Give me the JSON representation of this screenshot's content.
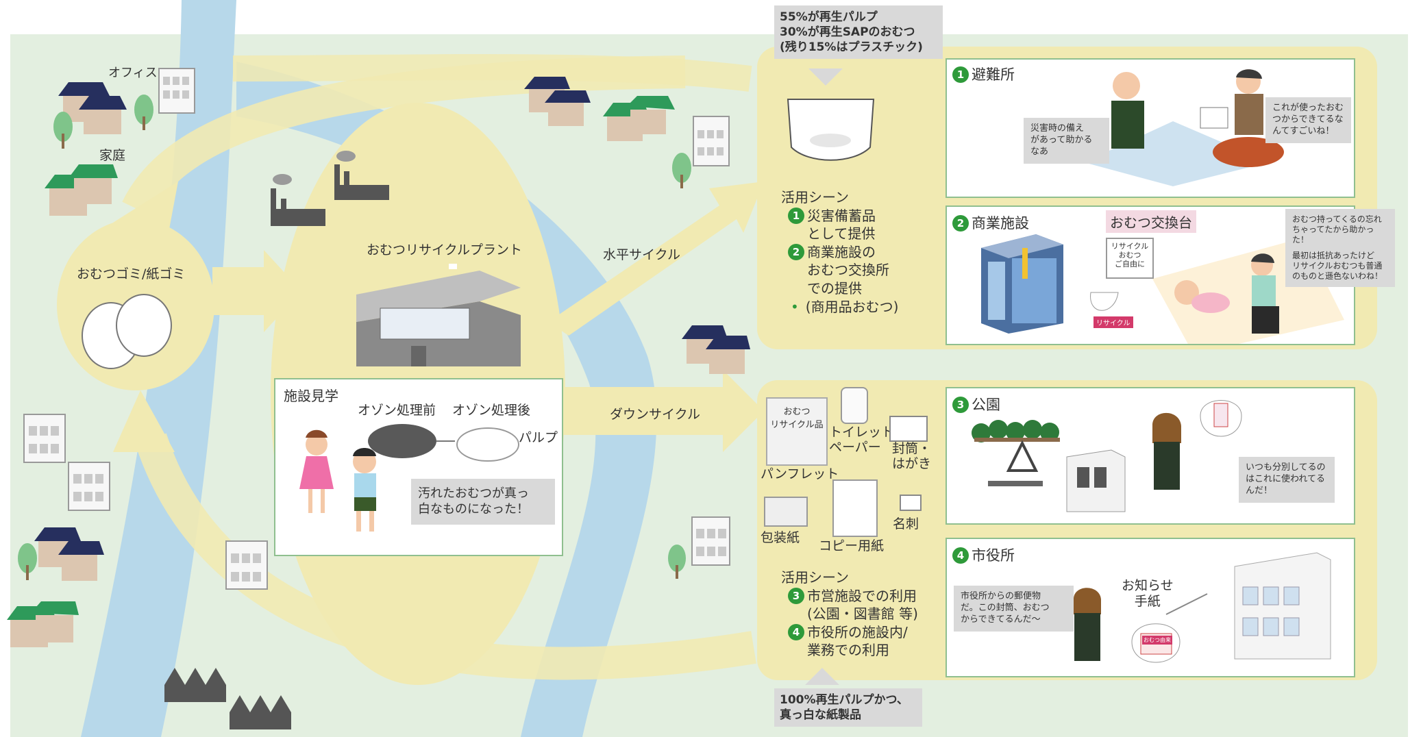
{
  "top_note": [
    "55%が再生パルプ",
    "30%が再生SAPのおむつ",
    "(残り15%はプラスチック)"
  ],
  "bottom_note": [
    "100%再生パルプかつ、",
    "真っ白な紙製品"
  ],
  "labels": {
    "office": "オフィス",
    "home": "家庭",
    "waste": "おむつゴミ/紙ゴミ",
    "plant": "おむつリサイクルプラント",
    "horizontal": "水平サイクル",
    "down": "ダウンサイクル"
  },
  "tour": {
    "title": "施設見学",
    "before": "オゾン処理前",
    "after": "オゾン処理後",
    "pulp": "パルプ",
    "bubble": [
      "汚れたおむつが真っ",
      "白なものになった！"
    ]
  },
  "upper_scene": {
    "heading": "活用シーン",
    "items": [
      {
        "num": "1",
        "lines": [
          "災害備蓄品",
          "として提供"
        ]
      },
      {
        "num": "2",
        "lines": [
          "商業施設の",
          "おむつ交換所",
          "での提供"
        ]
      },
      {
        "num": "•",
        "lines": [
          "(商用品おむつ)"
        ]
      }
    ]
  },
  "lower_scene": {
    "heading": "活用シーン",
    "items": [
      {
        "num": "3",
        "lines": [
          "市営施設での利用",
          "(公園・図書館 等)"
        ]
      },
      {
        "num": "4",
        "lines": [
          "市役所の施設内/",
          "業務での利用"
        ]
      }
    ]
  },
  "products": {
    "pamphlet_inner": [
      "おむつ",
      "リサイクル品"
    ],
    "pamphlet": "パンフレット",
    "toilet_paper": [
      "トイレット",
      "ペーパー"
    ],
    "envelope": [
      "封筒・",
      "はがき"
    ],
    "wrapping": "包装紙",
    "copy": "コピー用紙",
    "card": "名刺"
  },
  "panels": [
    {
      "num": "1",
      "title": "避難所",
      "bubbles": [
        [
          "災害時の備え",
          "があって助かる",
          "なあ"
        ],
        [
          "これが使ったおむ",
          "つからできてるな",
          "んてすごいね！"
        ]
      ]
    },
    {
      "num": "2",
      "title": "商業施設",
      "extra": "おむつ交換台",
      "box_label": [
        "リサイクル",
        "おむつ",
        "ご自由に"
      ],
      "tag": "リサイクル",
      "bubbles": [
        [
          "おむつ持ってくるの忘れ",
          "ちゃってたから助かった！",
          "",
          "最初は抵抗あったけど",
          "リサイクルおむつも普通",
          "のものと遜色ないわね！"
        ]
      ]
    },
    {
      "num": "3",
      "title": "公園",
      "bubbles": [
        [
          "いつも分別してるの",
          "はこれに使われてる",
          "んだ！"
        ]
      ]
    },
    {
      "num": "4",
      "title": "市役所",
      "notice": [
        "お知らせ",
        "手紙"
      ],
      "letter": "おむつ由来",
      "bubbles": [
        [
          "市役所からの郵便物",
          "だ。この封筒、おむつ",
          "からできてるんだ～"
        ]
      ]
    }
  ],
  "colors": {
    "arrow": "#f1eab2",
    "river": "#b7d8ea",
    "land": "#e3efe0",
    "panel_border": "#8fbf8f",
    "accent_green": "#2e9a3a"
  }
}
